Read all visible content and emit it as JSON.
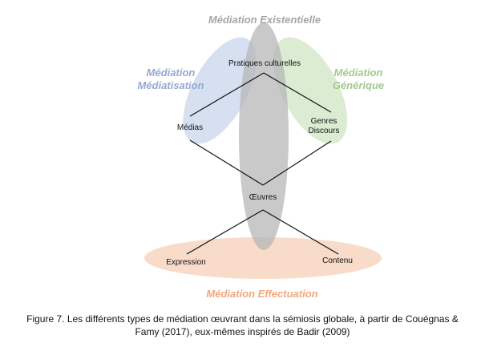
{
  "mediations": {
    "existentielle": "Médiation Existentielle",
    "mediatisation_line1": "Médiation",
    "mediatisation_line2": "Médiatisation",
    "generique_line1": "Médiation",
    "generique_line2": "Générique",
    "effectuation": "Médiation Effectuation"
  },
  "nodes": {
    "pratiques": "Pratiques culturelles",
    "medias": "Médias",
    "genres": "Genres",
    "discours": "Discours",
    "oeuvres": "Œuvres",
    "expression": "Expression",
    "contenu": "Contenu"
  },
  "caption": {
    "line1": "Figure 7. Les différents types de médiation œuvrant dans la sémiosis globale, à partir de Couégnas &",
    "line2": "Famy (2017), eux-mêmes inspirés de Badir (2009)"
  },
  "colors": {
    "existentielle": "#a6a6a6",
    "mediatisation": "#93a9d1",
    "generique": "#9fcb8d",
    "effectuation": "#f0a87f"
  }
}
